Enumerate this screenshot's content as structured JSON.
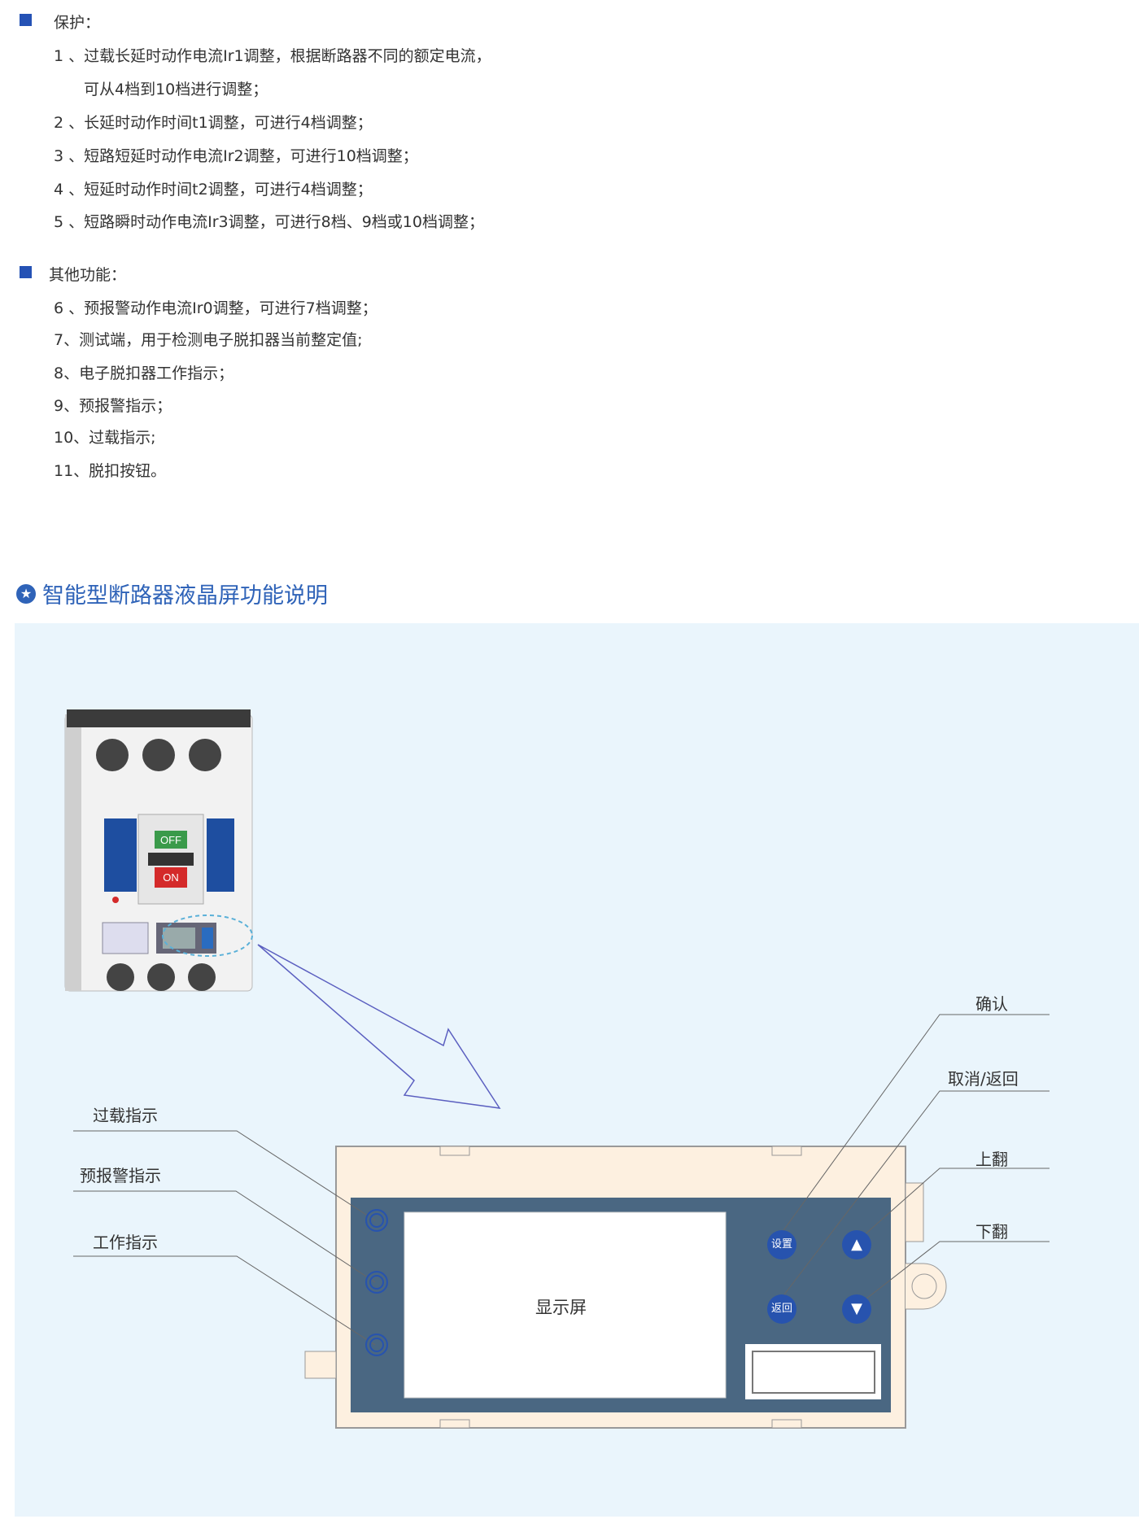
{
  "protection": {
    "title": "保护：",
    "items": [
      "1 、过载长延时动作电流Ir1调整，根据断路器不同的额定电流，",
      "可从4档到10档进行调整；",
      "2 、长延时动作时间t1调整，可进行4档调整；",
      "3 、短路短延时动作电流Ir2调整，可进行10档调整；",
      "4 、短延时动作时间t2调整，可进行4档调整；",
      "5 、短路瞬时动作电流Ir3调整，可进行8档、9档或10档调整；"
    ]
  },
  "other": {
    "title": "其他功能：",
    "items": [
      "6 、预报警动作电流Ir0调整，可进行7档调整；",
      "7、测试端，用于检测电子脱扣器当前整定值;",
      "8、电子脱扣器工作指示；",
      "9、预报警指示；",
      "10、过载指示;",
      "11、脱扣按钮。"
    ]
  },
  "section_heading": "智能型断路器液晶屏功能说明",
  "diagram": {
    "left_labels": [
      "过载指示",
      "预报警指示",
      "工作指示"
    ],
    "right_labels": [
      "确认",
      "取消/返回",
      "上翻",
      "下翻"
    ],
    "screen_label": "显示屏",
    "buttons": {
      "set": "设置",
      "back": "返回",
      "up": "▲",
      "down": "▼"
    },
    "breaker": {
      "off": "OFF",
      "on": "ON"
    }
  },
  "colors": {
    "accent": "#2552b5",
    "panel_bg": "#eaf5fc",
    "housing": "#fdf0e0",
    "face": "#4a6782"
  }
}
